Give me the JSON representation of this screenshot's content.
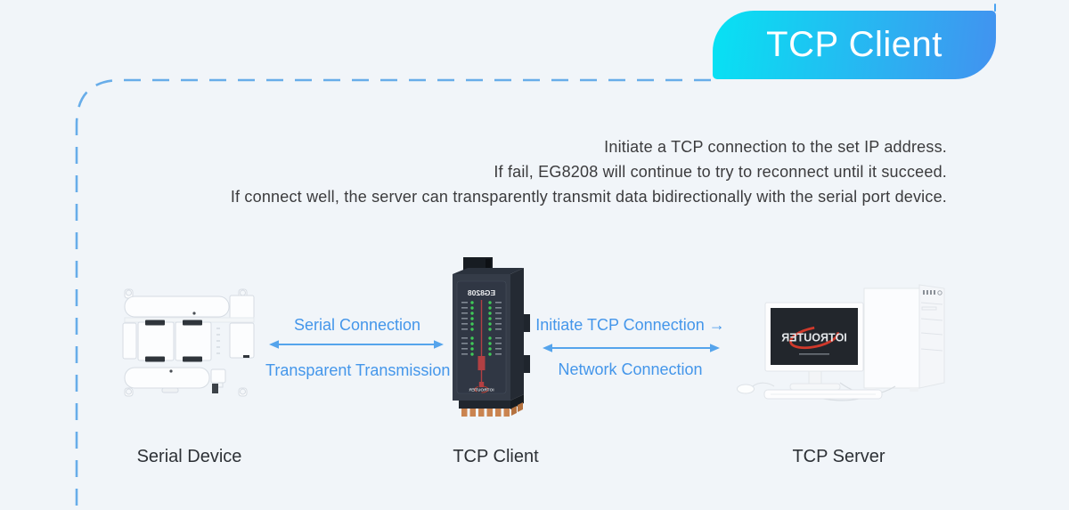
{
  "badge": {
    "label": "TCP Client"
  },
  "description": {
    "lines": [
      "Initiate a TCP connection to the set IP address.",
      "If fail, EG8208 will continue to try to reconnect until it succeed.",
      "If connect well, the server can transparently transmit data bidirectionally with the serial port device."
    ]
  },
  "connections": {
    "serial": {
      "top_label": "Serial Connection",
      "bottom_label": "Transparent Transmission"
    },
    "network": {
      "top_label": "Initiate TCP Connection →",
      "bottom_label": "Network Connection"
    }
  },
  "devices": {
    "serial_device": {
      "label": "Serial Device"
    },
    "tcp_client": {
      "label": "TCP Client",
      "model": "EG8208",
      "brand": "IOTROUTER"
    },
    "tcp_server": {
      "label": "TCP Server",
      "screen_brand": "IOTROUTER"
    }
  },
  "colors": {
    "badge_gradient_from": "#07e2f3",
    "badge_gradient_to": "#4292f0",
    "dashed_border": "#68ade9",
    "link_text": "#4496ea",
    "arrow": "#55a4ec",
    "body_text": "#3b3b3d",
    "label_text": "#2d3136",
    "page_bg": "#f1f5f9"
  }
}
